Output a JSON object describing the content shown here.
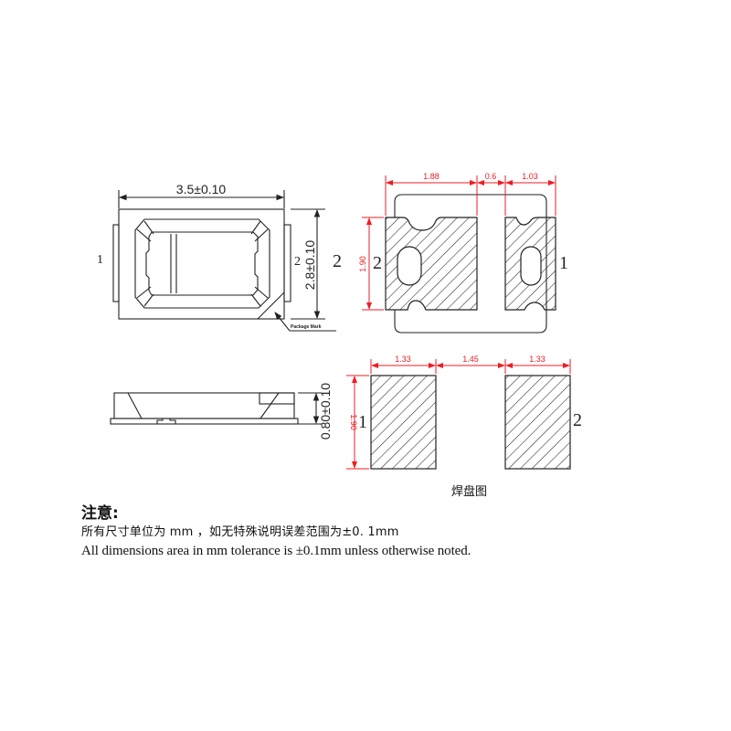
{
  "colors": {
    "outline": "#222222",
    "dimension": "#ee1c24",
    "background": "#ffffff"
  },
  "top_view": {
    "width_dim": "3.5±0.10",
    "height_dim": "2.8±0.10",
    "pin_left": "1",
    "pin_right_inner": "2",
    "pin_right_outer": "2",
    "callout": "Package Mark"
  },
  "side_view": {
    "height_dim": "0.80±0.10"
  },
  "pad_detail": {
    "dims_top": [
      "1.88",
      "0.6",
      "1.03"
    ],
    "dim_height": "1.90",
    "pin_left": "2",
    "pin_right": "1"
  },
  "footprint": {
    "dims_top": [
      "1.33",
      "1.45",
      "1.33"
    ],
    "dim_height": "1.90",
    "pin_left": "1",
    "pin_right": "2",
    "caption": "焊盘图"
  },
  "notes": {
    "title": "注意:",
    "line_cn": "所有尺寸单位为 mm ，如无特殊说明误差范围为±0. 1mm",
    "line_en": "All dimensions area in mm tolerance is ±0.1mm unless otherwise noted."
  }
}
